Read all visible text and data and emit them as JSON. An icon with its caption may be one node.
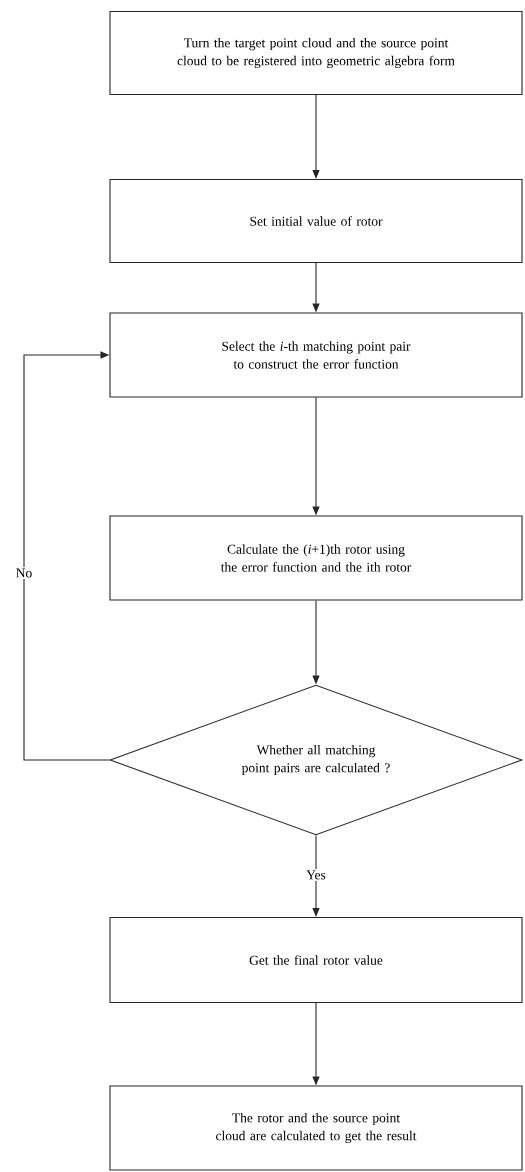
{
  "diagram": {
    "nodes": [
      {
        "text": [
          "Turn the target point cloud and the source point cloud to be registered into geometric algebra form"
        ]
      },
      {
        "text": [
          "Set initial value of rotor"
        ]
      },
      {
        "text": [
          "Select the *i*-th matching point pair to construct the error function"
        ]
      },
      {
        "text": [
          "Calculate the (*i*+1)th rotor using the error function and the ith rotor"
        ]
      },
      {
        "text": [
          "Whether all matching point pairs are calculated ?"
        ]
      },
      {
        "text": [
          "Get the final rotor value"
        ]
      },
      {
        "text": [
          "The rotor and the source point cloud are calculated to get the result"
        ]
      }
    ],
    "edges": [
      {
        "from": 0,
        "to": 1,
        "arrow": "to"
      },
      {
        "from": 1,
        "to": 2,
        "arrow": "to"
      },
      {
        "from": 2,
        "to": 3,
        "arrow": "to"
      },
      {
        "from": 3,
        "to": 4,
        "arrow": "to"
      },
      {
        "from": 4,
        "to": 2,
        "arrow": "to",
        "label": "No"
      },
      {
        "from": 4,
        "to": 5,
        "arrow": "to",
        "label": "Yes"
      },
      {
        "from": 5,
        "to": 6,
        "arrow": "to"
      }
    ]
  }
}
